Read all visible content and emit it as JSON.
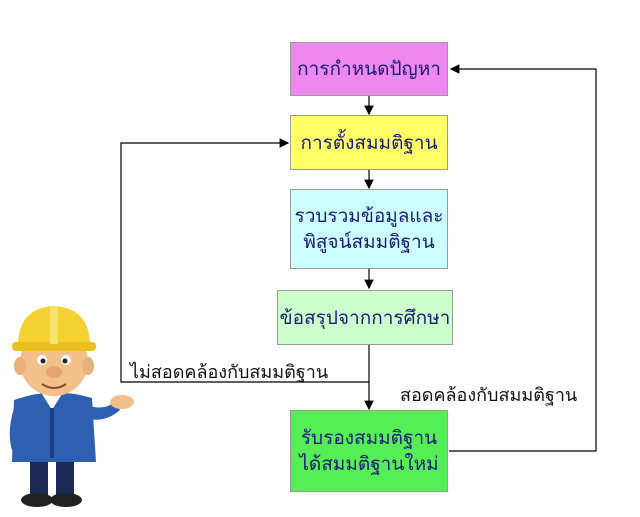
{
  "flowchart": {
    "steps": [
      {
        "text": "การกำหนดปัญหา",
        "color": "#ee88ee"
      },
      {
        "text": "การตั้งสมมติฐาน",
        "color": "#ffff66"
      },
      {
        "text": "รวบรวมข้อมูลและ\nพิสูจน์สมมติฐาน",
        "color": "#ccffff"
      },
      {
        "text": "ข้อสรุปจากการศึกษา",
        "color": "#ccffcc"
      },
      {
        "text": "รับรองสมมติฐาน\nได้สมมติฐานใหม่",
        "color": "#55ee55"
      }
    ],
    "loop_labels": {
      "not_consistent": "ไม่สอดคล้องกับสมมติฐาน",
      "consistent": "สอดคล้องกับสมมติฐาน"
    }
  },
  "illustration": {
    "icon": "engineer-mascot-icon"
  }
}
